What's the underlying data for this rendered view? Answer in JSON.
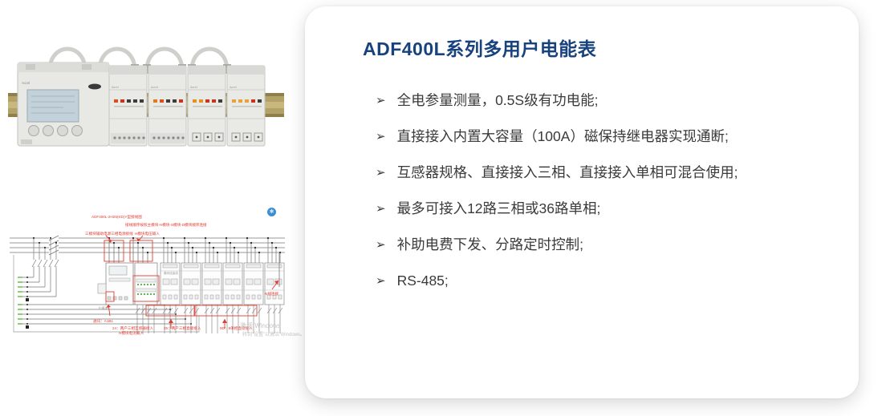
{
  "page": {
    "background": "#ffffff"
  },
  "photo": {
    "name": "ADF400L 多用户电能表产品照片",
    "brand": "Acrel"
  },
  "diagram": {
    "accent_color": "#e03c31",
    "labels": {
      "model_title": "ADF400L-2H25(KD)Y型接线图",
      "wiring_note": "接线顺序按照主模块-H模块-S模块-D模块顺序连接",
      "aux_power": "三模块辅助电源三相电源接线",
      "h_input_top": "H模块电压输入",
      "link_line": "模块连接线",
      "comm": "通讯：A1B1",
      "main_module": "主模块",
      "cb24_line1": "24：两户三相互感器接入",
      "cb24_line2": "H模块电流输入",
      "cb25": "25：两户三相直接接入",
      "cb9d": "9D：9单相直接接入",
      "n_line": "N线连接"
    },
    "watermark": {
      "line1": "激活 Windows",
      "line2": "转到“设置”以激活 Windows。"
    }
  },
  "icons": {
    "settings": "✱"
  },
  "card": {
    "title": "ADF400L系列多用户电能表",
    "title_color": "#17427e",
    "bullet": "➢",
    "features": [
      "全电参量测量，0.5S级有功电能;",
      "直接接入内置大容量（100A）磁保持继电器实现通断;",
      "互感器规格、直接接入三相、直接接入单相可混合使用;",
      "最多可接入12路三相或36路单相;",
      "补助电费下发、分路定时控制;",
      "RS-485;"
    ]
  }
}
